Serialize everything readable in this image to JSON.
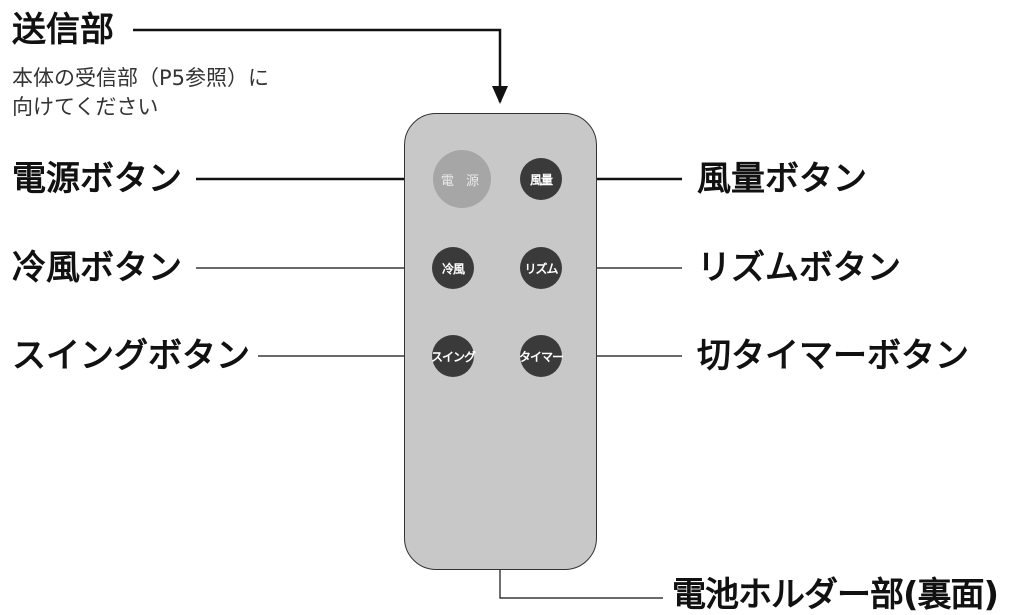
{
  "labels": {
    "transmitter": "送信部",
    "transmitter_note_1": "本体の受信部（P5参照）に",
    "transmitter_note_2": "向けてください",
    "power": "電源ボタン",
    "fan_speed": "風量ボタン",
    "cool_breeze": "冷風ボタン",
    "rhythm": "リズムボタン",
    "swing": "スイングボタン",
    "off_timer": "切タイマーボタン",
    "battery_holder": "電池ホルダー部(裏面)"
  },
  "remote_buttons": {
    "power": "電 源",
    "fan_speed": "風量",
    "cool_breeze": "冷風",
    "rhythm": "リズム",
    "swing": "スイング",
    "timer": "タイマー"
  },
  "colors": {
    "remote_body": "#c8c8c8",
    "button_dark": "#3a3a3a",
    "button_power": "#a6a6a6"
  }
}
